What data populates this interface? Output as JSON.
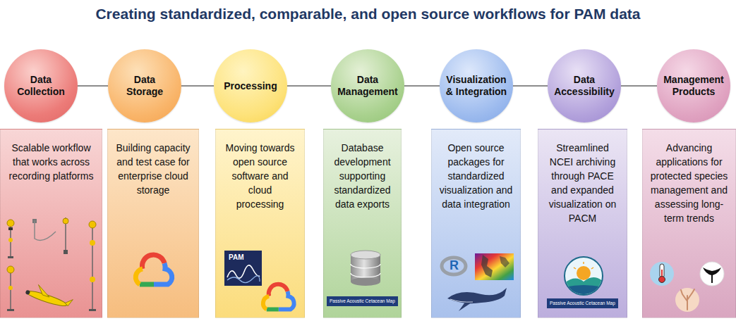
{
  "diagram": {
    "title": "Creating standardized, comparable, and open source workflows for PAM data",
    "nodes": [
      {
        "text": [
          "Data Collection"
        ]
      },
      {
        "text": [
          "Data Storage"
        ]
      },
      {
        "text": [
          "Processing"
        ]
      },
      {
        "text": [
          "Data Management"
        ]
      },
      {
        "text": [
          "Visualization & Integration"
        ]
      },
      {
        "text": [
          "Data Accessibility"
        ]
      },
      {
        "text": [
          "Management Products"
        ]
      },
      {
        "text": [
          "Scalable workflow that works across recording platforms"
        ]
      },
      {
        "text": [
          "Building capacity and test case for enterprise cloud storage"
        ]
      },
      {
        "text": [
          "Moving towards open source software and cloud processing"
        ]
      },
      {
        "text": [
          "Database development supporting standardized data exports"
        ]
      },
      {
        "text": [
          "Open source packages for standardized visualization and data integration"
        ]
      },
      {
        "text": [
          "Streamlined NCEI archiving through PACE and expanded visualization on PACM"
        ]
      },
      {
        "text": [
          "Advancing applications for protected species management and assessing long-term trends"
        ]
      }
    ],
    "edges": [
      {
        "from": 0,
        "to": 1,
        "arrow": "none"
      },
      {
        "from": 1,
        "to": 2,
        "arrow": "none"
      },
      {
        "from": 2,
        "to": 3,
        "arrow": "none"
      },
      {
        "from": 3,
        "to": 4,
        "arrow": "none"
      },
      {
        "from": 4,
        "to": 5,
        "arrow": "none"
      },
      {
        "from": 5,
        "to": 6,
        "arrow": "none"
      }
    ],
    "labels": [
      "PAM",
      "Passive Acoustic Cetacean Map",
      "R",
      "Passive Acoustic Cetacean Map"
    ]
  }
}
